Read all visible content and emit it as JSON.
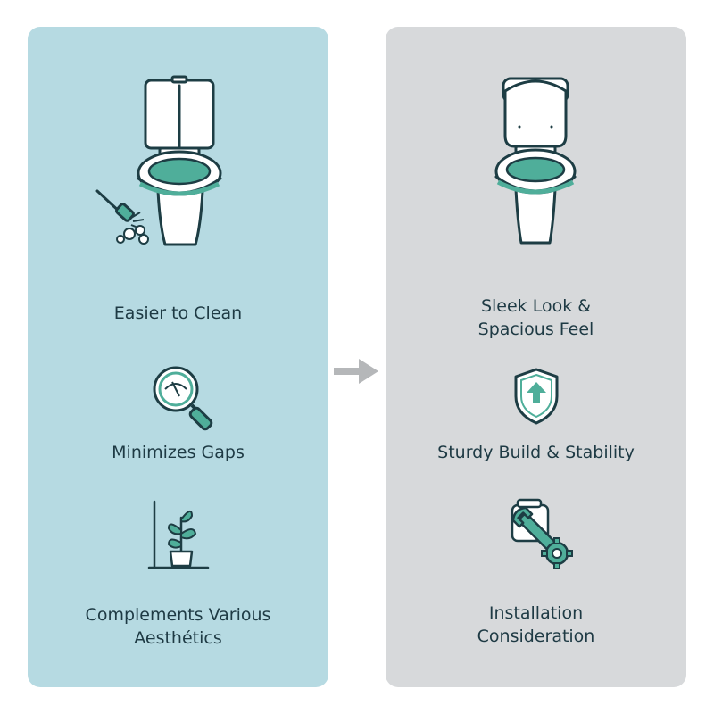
{
  "left_panel": {
    "items": [
      {
        "label": "Easier to Clean",
        "icon": "toilet-with-brush-icon"
      },
      {
        "label": "Minimizes Gaps",
        "icon": "magnifier-icon"
      },
      {
        "label": "Complements Various\nAesthétics",
        "icon": "potted-plant-icon"
      }
    ]
  },
  "right_panel": {
    "items": [
      {
        "label": "Sleek Look &\nSpacious Feel",
        "icon": "toilet-icon"
      },
      {
        "label": "Sturdy Build & Stability",
        "icon": "shield-arrow-icon"
      },
      {
        "label": "Installation\nConsideration",
        "icon": "toilet-wrench-gear-icon"
      }
    ]
  },
  "colors": {
    "accent": "#4fae9a",
    "outline": "#1d3d44",
    "left_bg": "#b6dae2",
    "right_bg": "#d7d9db",
    "arrow": "#b5b7b9"
  }
}
